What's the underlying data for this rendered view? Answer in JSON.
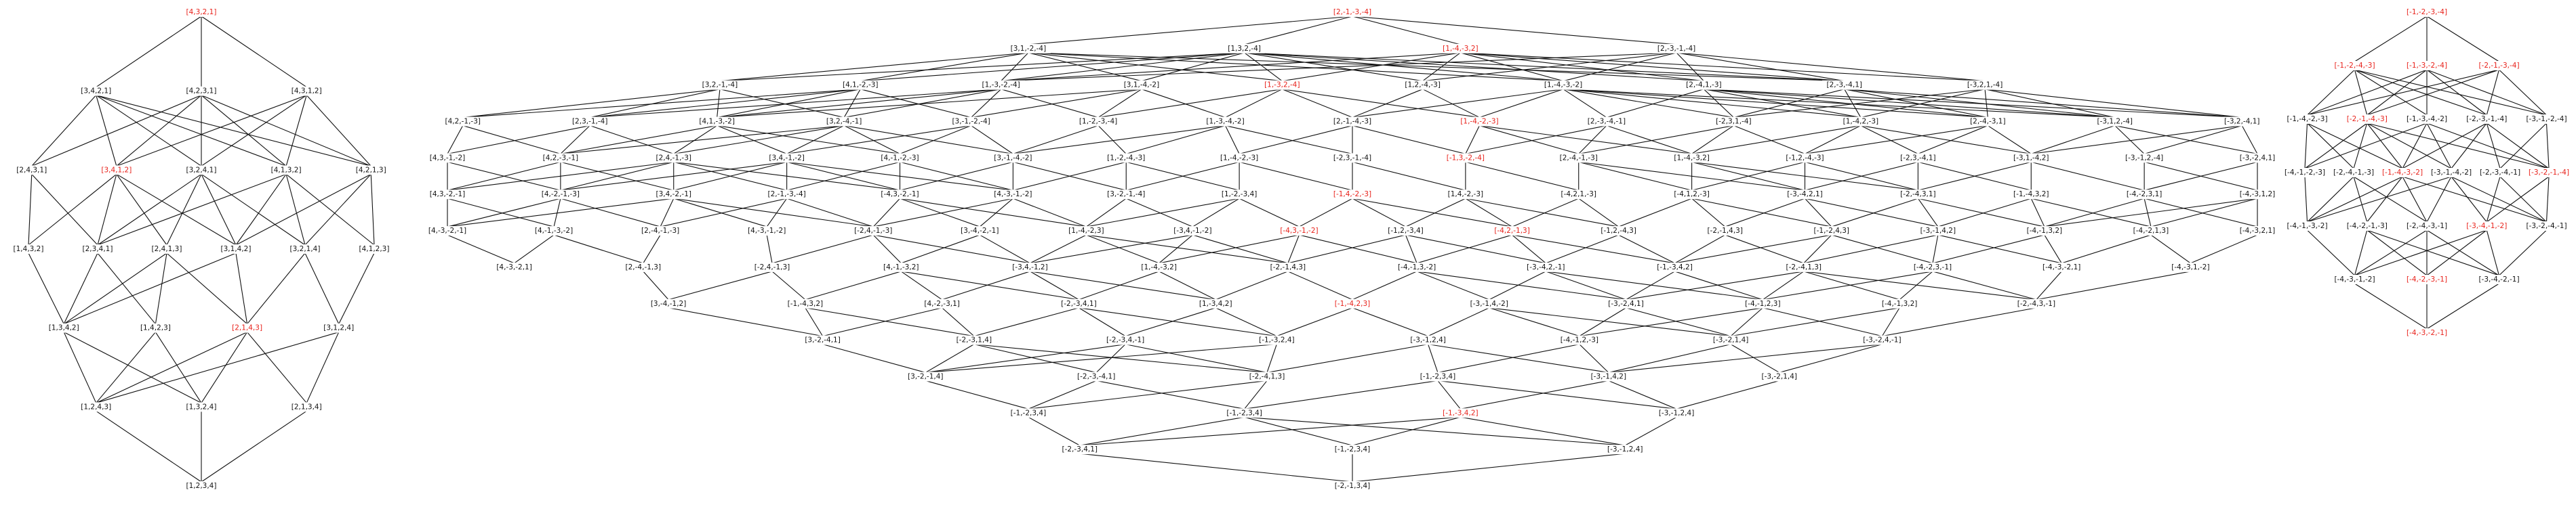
{
  "colors": {
    "node_text": "#111111",
    "highlight": "#e8211a",
    "edge": "#111111",
    "background": "#ffffff"
  },
  "diagrams": [
    {
      "name": "left-lattice",
      "levels": [
        [
          {
            "label": "[4,3,2,1]",
            "hl": true
          }
        ],
        [
          {
            "label": "[3,4,2,1]"
          },
          {
            "label": "[4,2,3,1]"
          },
          {
            "label": "[4,3,1,2]"
          }
        ],
        [
          {
            "label": "[2,4,3,1]"
          },
          {
            "label": "[3,4,1,2]",
            "hl": true
          },
          {
            "label": "[3,2,4,1]"
          },
          {
            "label": "[4,1,3,2]"
          },
          {
            "label": "[4,2,1,3]"
          }
        ],
        [
          {
            "label": "[1,4,3,2]"
          },
          {
            "label": "[2,3,4,1]"
          },
          {
            "label": "[2,4,1,3]"
          },
          {
            "label": "[3,1,4,2]"
          },
          {
            "label": "[3,2,1,4]"
          },
          {
            "label": "[4,1,2,3]"
          }
        ],
        [
          {
            "label": "[1,3,4,2]"
          },
          {
            "label": "[1,4,2,3]"
          },
          {
            "label": "[2,1,4,3]",
            "hl": true
          },
          {
            "label": "[3,1,2,4]"
          }
        ],
        [
          {
            "label": "[1,2,4,3]"
          },
          {
            "label": "[1,3,2,4]"
          },
          {
            "label": "[2,1,3,4]"
          }
        ],
        [
          {
            "label": "[1,2,3,4]"
          }
        ]
      ]
    },
    {
      "name": "center-lattice",
      "levels": [
        [
          {
            "label": "[2,-1,-3,-4]",
            "hl": true
          }
        ],
        [
          {
            "label": "[3,1,-2,-4]"
          },
          {
            "label": "[1,3,2,-4]"
          },
          {
            "label": "[1,-4,-3,2]",
            "hl": true
          },
          {
            "label": "[2,-3,-1,-4]"
          }
        ],
        [
          {
            "label": "[3,2,-1,-4]"
          },
          {
            "label": "[4,1,-2,-3]"
          },
          {
            "label": "[1,-3,-2,-4]"
          },
          {
            "label": "[3,1,-4,-2]"
          },
          {
            "label": "[1,-3,2,-4]",
            "hl": true
          },
          {
            "label": "[1,2,-4,-3]"
          },
          {
            "label": "[1,-4,-3,-2]"
          },
          {
            "label": "[2,-4,1,-3]"
          },
          {
            "label": "[2,-3,-4,1]"
          },
          {
            "label": "[-3,2,1,-4]"
          }
        ],
        [
          {
            "label": "[4,2,-1,-3]"
          },
          {
            "label": "[2,3,-1,-4]"
          },
          {
            "label": "[4,1,-3,-2]"
          },
          {
            "label": "[3,2,-4,-1]"
          },
          {
            "label": "[3,-1,-2,-4]"
          },
          {
            "label": "[1,-2,-3,-4]"
          },
          {
            "label": "[1,-3,-4,-2]"
          },
          {
            "label": "[2,-1,-4,-3]"
          },
          {
            "label": "[1,-4,-2,-3]",
            "hl": true
          },
          {
            "label": "[2,-3,-4,-1]"
          },
          {
            "label": "[-2,3,1,-4]"
          },
          {
            "label": "[1,-4,2,-3]"
          },
          {
            "label": "[2,-4,-3,1]"
          },
          {
            "label": "[-3,1,2,-4]"
          },
          {
            "label": "[-3,2,-4,1]"
          }
        ],
        [
          {
            "label": "[4,3,-1,-2]"
          },
          {
            "label": "[4,2,-3,-1]"
          },
          {
            "label": "[2,4,-1,-3]"
          },
          {
            "label": "[3,4,-1,-2]"
          },
          {
            "label": "[4,-1,-2,-3]"
          },
          {
            "label": "[3,-1,-4,-2]"
          },
          {
            "label": "[1,-2,-4,-3]"
          },
          {
            "label": "[1,-4,-2,-3]"
          },
          {
            "label": "[-2,3,-1,-4]"
          },
          {
            "label": "[-1,3,-2,-4]",
            "hl": true
          },
          {
            "label": "[2,-4,-1,-3]"
          },
          {
            "label": "[1,-4,-3,2]"
          },
          {
            "label": "[-1,2,-4,-3]"
          },
          {
            "label": "[-2,3,-4,1]"
          },
          {
            "label": "[-3,1,-4,2]"
          },
          {
            "label": "[-3,-1,2,-4]"
          },
          {
            "label": "[-3,-2,4,1]"
          }
        ],
        [
          {
            "label": "[4,3,-2,-1]"
          },
          {
            "label": "[4,-2,-1,-3]"
          },
          {
            "label": "[3,4,-2,-1]"
          },
          {
            "label": "[2,-1,-3,-4]"
          },
          {
            "label": "[-4,3,-2,-1]"
          },
          {
            "label": "[4,-3,-1,-2]"
          },
          {
            "label": "[3,-2,-1,-4]"
          },
          {
            "label": "[1,-2,-3,4]"
          },
          {
            "label": "[-1,4,-2,-3]",
            "hl": true
          },
          {
            "label": "[1,4,-2,-3]"
          },
          {
            "label": "[-4,2,1,-3]"
          },
          {
            "label": "[-4,1,2,-3]"
          },
          {
            "label": "[-3,-4,2,1]"
          },
          {
            "label": "[-2,-4,3,1]"
          },
          {
            "label": "[-1,-4,3,2]"
          },
          {
            "label": "[-4,-2,3,1]"
          },
          {
            "label": "[-4,-3,1,2]"
          }
        ],
        [
          {
            "label": "[4,-3,-2,-1]"
          },
          {
            "label": "[4,-1,-3,-2]"
          },
          {
            "label": "[2,-4,-1,-3]"
          },
          {
            "label": "[4,-3,-1,-2]"
          },
          {
            "label": "[-2,4,-1,-3]"
          },
          {
            "label": "[3,-4,-2,-1]"
          },
          {
            "label": "[1,-4,-2,3]"
          },
          {
            "label": "[-3,4,-1,-2]"
          },
          {
            "label": "[-4,3,-1,-2]",
            "hl": true
          },
          {
            "label": "[-1,2,-3,4]"
          },
          {
            "label": "[-4,2,-1,3]",
            "hl": true
          },
          {
            "label": "[-1,2,-4,3]"
          },
          {
            "label": "[-2,-1,4,3]"
          },
          {
            "label": "[-1,-2,4,3]"
          },
          {
            "label": "[-3,-1,4,2]"
          },
          {
            "label": "[-4,-1,3,2]"
          },
          {
            "label": "[-4,-2,1,3]"
          },
          {
            "label": "[-4,-3,2,1]"
          }
        ],
        [
          {
            "label": "[4,-3,-2,1]"
          },
          {
            "label": "[2,-4,-1,3]"
          },
          {
            "label": "[-2,4,-1,3]"
          },
          {
            "label": "[4,-1,-3,2]"
          },
          {
            "label": "[-3,4,-1,2]"
          },
          {
            "label": "[1,-4,-3,2]"
          },
          {
            "label": "[-2,-1,4,3]"
          },
          {
            "label": "[-4,-1,3,-2]"
          },
          {
            "label": "[-3,-4,2,-1]"
          },
          {
            "label": "[-1,-3,4,2]"
          },
          {
            "label": "[-2,-4,1,3]"
          },
          {
            "label": "[-4,-2,3,-1]"
          },
          {
            "label": "[-4,-3,-2,1]"
          },
          {
            "label": "[-4,-3,1,-2]"
          }
        ],
        [
          {
            "label": "[3,-4,-1,2]"
          },
          {
            "label": "[-1,-4,3,2]"
          },
          {
            "label": "[4,-2,-3,1]"
          },
          {
            "label": "[-2,-3,4,1]"
          },
          {
            "label": "[1,-3,4,2]"
          },
          {
            "label": "[-1,-4,2,3]",
            "hl": true
          },
          {
            "label": "[-3,-1,4,-2]"
          },
          {
            "label": "[-3,-2,4,1]"
          },
          {
            "label": "[-4,-1,2,3]"
          },
          {
            "label": "[-4,-1,3,2]"
          },
          {
            "label": "[-2,-4,3,-1]"
          }
        ],
        [
          {
            "label": "[3,-2,-4,1]"
          },
          {
            "label": "[-2,-3,1,4]"
          },
          {
            "label": "[-2,-3,4,-1]"
          },
          {
            "label": "[-1,-3,2,4]"
          },
          {
            "label": "[-3,-1,2,4]"
          },
          {
            "label": "[-4,-1,2,-3]"
          },
          {
            "label": "[-3,-2,1,4]"
          },
          {
            "label": "[-3,-2,4,-1]"
          }
        ],
        [
          {
            "label": "[3,-2,-1,4]"
          },
          {
            "label": "[-2,-3,-4,1]"
          },
          {
            "label": "[-2,-4,1,3]"
          },
          {
            "label": "[-1,-2,3,4]"
          },
          {
            "label": "[-3,-1,4,2]"
          },
          {
            "label": "[-3,-2,1,4]"
          }
        ],
        [
          {
            "label": "[-1,-2,3,4]"
          },
          {
            "label": "[-1,-2,3,4]"
          },
          {
            "label": "[-1,-3,4,2]",
            "hl": true
          },
          {
            "label": "[-3,-1,2,4]"
          }
        ],
        [
          {
            "label": "[-2,-3,4,1]"
          },
          {
            "label": "[-1,-2,3,4]"
          },
          {
            "label": "[-3,-1,2,4]"
          }
        ],
        [
          {
            "label": "[-2,-1,3,4]"
          }
        ]
      ]
    },
    {
      "name": "right-lattice",
      "levels": [
        [
          {
            "label": "[-1,-2,-3,-4]",
            "hl": true
          }
        ],
        [
          {
            "label": "[-1,-2,-4,-3]",
            "hl": true
          },
          {
            "label": "[-1,-3,-2,-4]",
            "hl": true
          },
          {
            "label": "[-2,-1,-3,-4]",
            "hl": true
          }
        ],
        [
          {
            "label": "[-1,-4,-2,-3]"
          },
          {
            "label": "[-2,-1,-4,-3]",
            "hl": true
          },
          {
            "label": "[-1,-3,-4,-2]"
          },
          {
            "label": "[-2,-3,-1,-4]"
          },
          {
            "label": "[-3,-1,-2,-4]"
          }
        ],
        [
          {
            "label": "[-4,-1,-2,-3]"
          },
          {
            "label": "[-2,-4,-1,-3]"
          },
          {
            "label": "[-1,-4,-3,-2]",
            "hl": true
          },
          {
            "label": "[-3,-1,-4,-2]"
          },
          {
            "label": "[-2,-3,-4,-1]"
          },
          {
            "label": "[-3,-2,-1,-4]",
            "hl": true
          }
        ],
        [
          {
            "label": "[-4,-1,-3,-2]"
          },
          {
            "label": "[-4,-2,-1,-3]"
          },
          {
            "label": "[-2,-4,-3,-1]"
          },
          {
            "label": "[-3,-4,-1,-2]",
            "hl": true
          },
          {
            "label": "[-3,-2,-4,-1]"
          }
        ],
        [
          {
            "label": "[-4,-3,-1,-2]"
          },
          {
            "label": "[-4,-2,-3,-1]",
            "hl": true
          },
          {
            "label": "[-3,-4,-2,-1]"
          }
        ],
        [
          {
            "label": "[-4,-3,-2,-1]",
            "hl": true
          }
        ]
      ]
    }
  ]
}
